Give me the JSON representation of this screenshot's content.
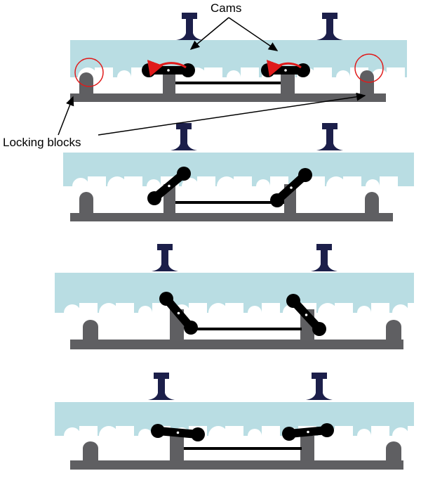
{
  "labels": {
    "cams": "Cams",
    "locking_blocks": "Locking blocks"
  },
  "colors": {
    "ballast": "#b9dde3",
    "rail": "#1c1f4a",
    "frame": "#5f5f62",
    "cam": "#000000",
    "highlight": "#e01b1b"
  },
  "panels": [
    {
      "stage": 1,
      "cam_orientation": "horizontal"
    },
    {
      "stage": 2,
      "cam_orientation": "diagonal-up"
    },
    {
      "stage": 3,
      "cam_orientation": "diagonal-down"
    },
    {
      "stage": 4,
      "cam_orientation": "near-horizontal"
    }
  ]
}
